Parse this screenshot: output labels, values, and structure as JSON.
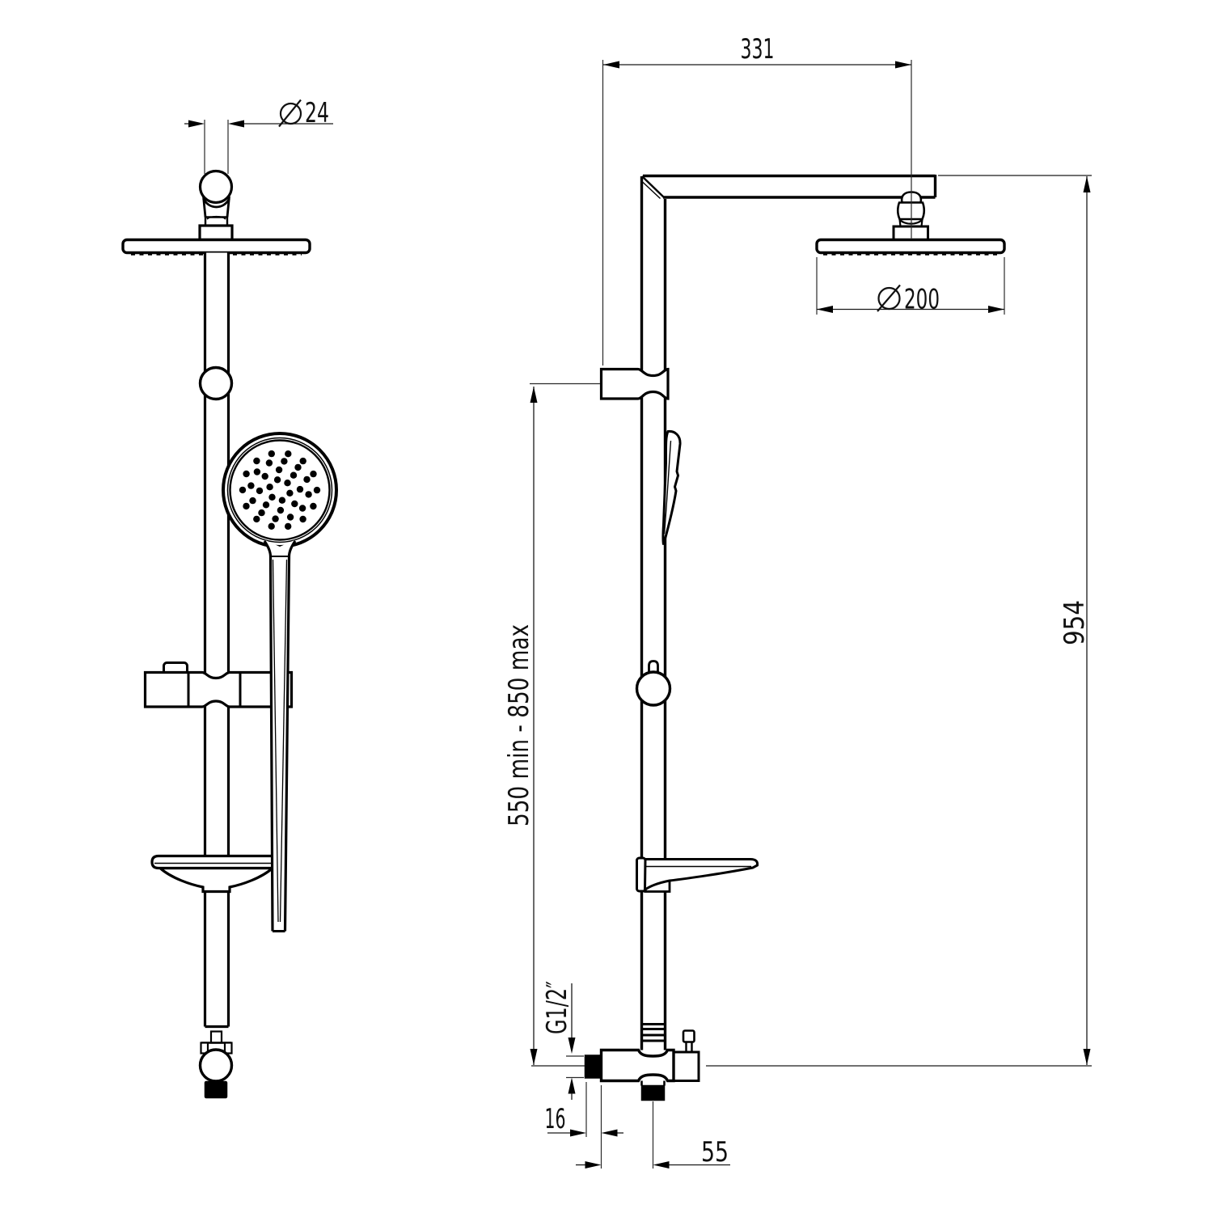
{
  "drawing_title": "shower-column-technical-drawing",
  "dimensions": {
    "diameter_symbol": "⌀",
    "top_connector_diameter": "24",
    "arm_projection": "331",
    "head_diameter": "200",
    "overall_height": "954",
    "slide_rail_range": "550 min - 850 max",
    "inlet_thread": "G1/2″",
    "inlet_thread_length": "16",
    "outlet_offset": "55"
  }
}
